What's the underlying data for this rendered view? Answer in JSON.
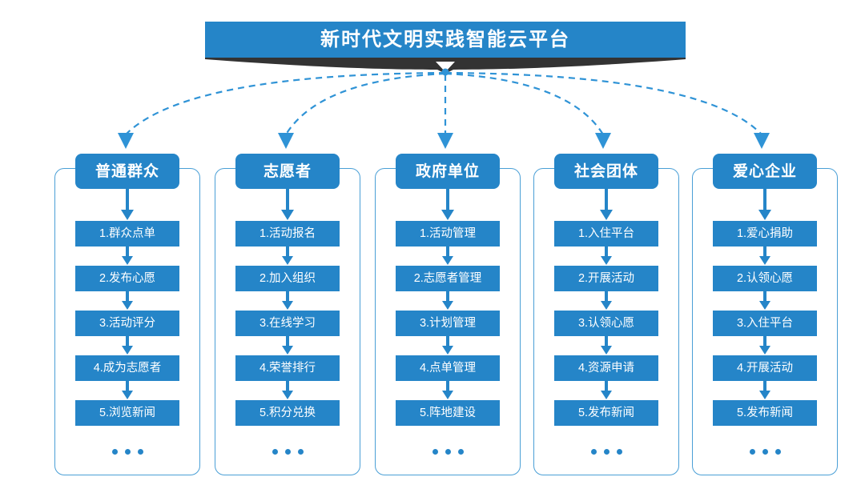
{
  "banner": {
    "title": "新时代文明实践智能云平台",
    "color": "#2585c8",
    "shadow_color": "#333333"
  },
  "theme": {
    "primary": "#2585c8",
    "panel_border": "#4a9fd6",
    "connector": "#2f93d6",
    "background": "#ffffff",
    "text_on_primary": "#ffffff"
  },
  "ellipsis_label": "...",
  "columns": [
    {
      "header": "普通群众",
      "items": [
        "1.群众点单",
        "2.发布心愿",
        "3.活动评分",
        "4.成为志愿者",
        "5.浏览新闻"
      ]
    },
    {
      "header": "志愿者",
      "items": [
        "1.活动报名",
        "2.加入组织",
        "3.在线学习",
        "4.荣誉排行",
        "5.积分兑换"
      ]
    },
    {
      "header": "政府单位",
      "items": [
        "1.活动管理",
        "2.志愿者管理",
        "3.计划管理",
        "4.点单管理",
        "5.阵地建设"
      ]
    },
    {
      "header": "社会团体",
      "items": [
        "1.入住平台",
        "2.开展活动",
        "3.认领心愿",
        "4.资源申请",
        "5.发布新闻"
      ]
    },
    {
      "header": "爱心企业",
      "items": [
        "1.爱心捐助",
        "2.认领心愿",
        "3.入住平台",
        "4.开展活动",
        "5.发布新闻"
      ]
    }
  ]
}
